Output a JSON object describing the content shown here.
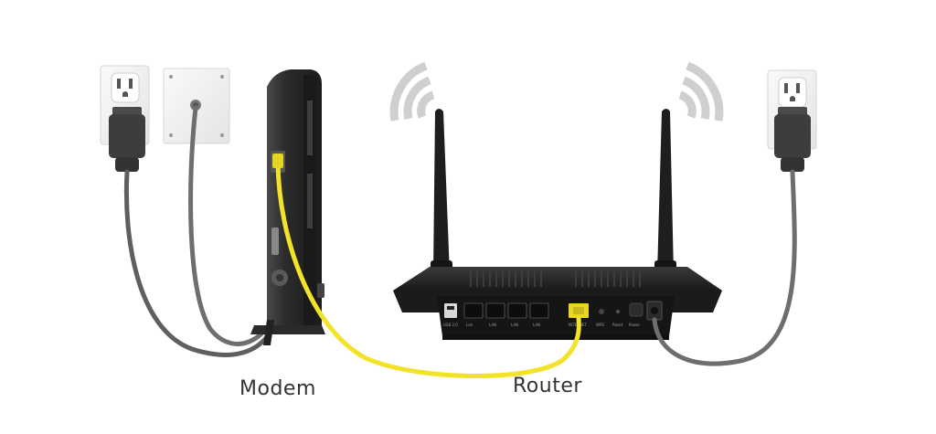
{
  "labels": {
    "modem": "Modem",
    "router": "Router"
  },
  "router_ports": {
    "usb": "USB 2.0",
    "lan_ports": [
      "Lan",
      "LAN",
      "LAN",
      "LAN"
    ],
    "internet": "INTERNET",
    "wps": "WPS",
    "reset": "Reset",
    "power": "Power"
  },
  "colors": {
    "ethernet_cable": "#f2e22a",
    "power_cable": "#6e6e6e",
    "router_body": "#222222",
    "modem_body": "#2b2b2b",
    "wall_plate": "#f2f2f2",
    "wifi_arcs": "#cfcfcf"
  }
}
